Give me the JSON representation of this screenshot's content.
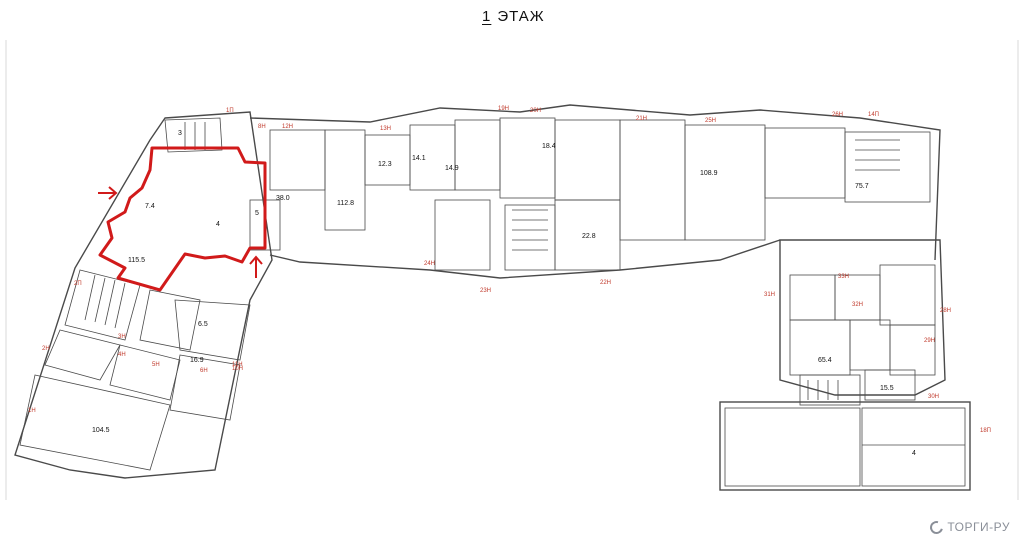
{
  "title": {
    "prefix": "1",
    "label": "ЭТАЖ"
  },
  "brand": {
    "name": "ТОРГИ-РУ",
    "icon": "torgi-logo-icon",
    "color": "#8a8f98"
  },
  "colors": {
    "highlight": "#d11a1a",
    "walls": "#4a4a4a",
    "room_labels": "#c0392b"
  },
  "rooms": [
    {
      "id": "3",
      "area": ""
    },
    {
      "id": "1",
      "area": "7.4"
    },
    {
      "id": "2",
      "area": "115.5"
    },
    {
      "id": "4",
      "area": ""
    },
    {
      "id": "5",
      "area": ""
    },
    {
      "id": "2",
      "area": "38.0"
    },
    {
      "id": "2",
      "area": "112.8"
    },
    {
      "id": "1",
      "area": "12.3"
    },
    {
      "id": "1",
      "area": "14.1"
    },
    {
      "id": "1",
      "area": "14.9"
    },
    {
      "id": "1",
      "area": "18.4"
    },
    {
      "id": "2",
      "area": "22.8"
    },
    {
      "id": "2",
      "area": "108.9"
    },
    {
      "id": "2",
      "area": "75.7"
    },
    {
      "id": "1",
      "area": "16.9"
    },
    {
      "id": "1",
      "area": "6.5"
    },
    {
      "id": "2",
      "area": "104.5"
    },
    {
      "id": "1",
      "area": "65.4"
    },
    {
      "id": "1",
      "area": "15.5"
    },
    {
      "id": "4",
      "area": ""
    }
  ],
  "unit_labels": [
    "1Н",
    "2Н",
    "3Н",
    "4Н",
    "5Н",
    "6Н",
    "8Н",
    "10Н",
    "11Н",
    "12Н",
    "13Н",
    "19Н",
    "20Н",
    "21Н",
    "22Н",
    "23Н",
    "24Н",
    "25Н",
    "26Н",
    "28Н",
    "29Н",
    "30Н",
    "31Н",
    "32Н",
    "33Н",
    "1П",
    "2П",
    "14П",
    "18П"
  ]
}
